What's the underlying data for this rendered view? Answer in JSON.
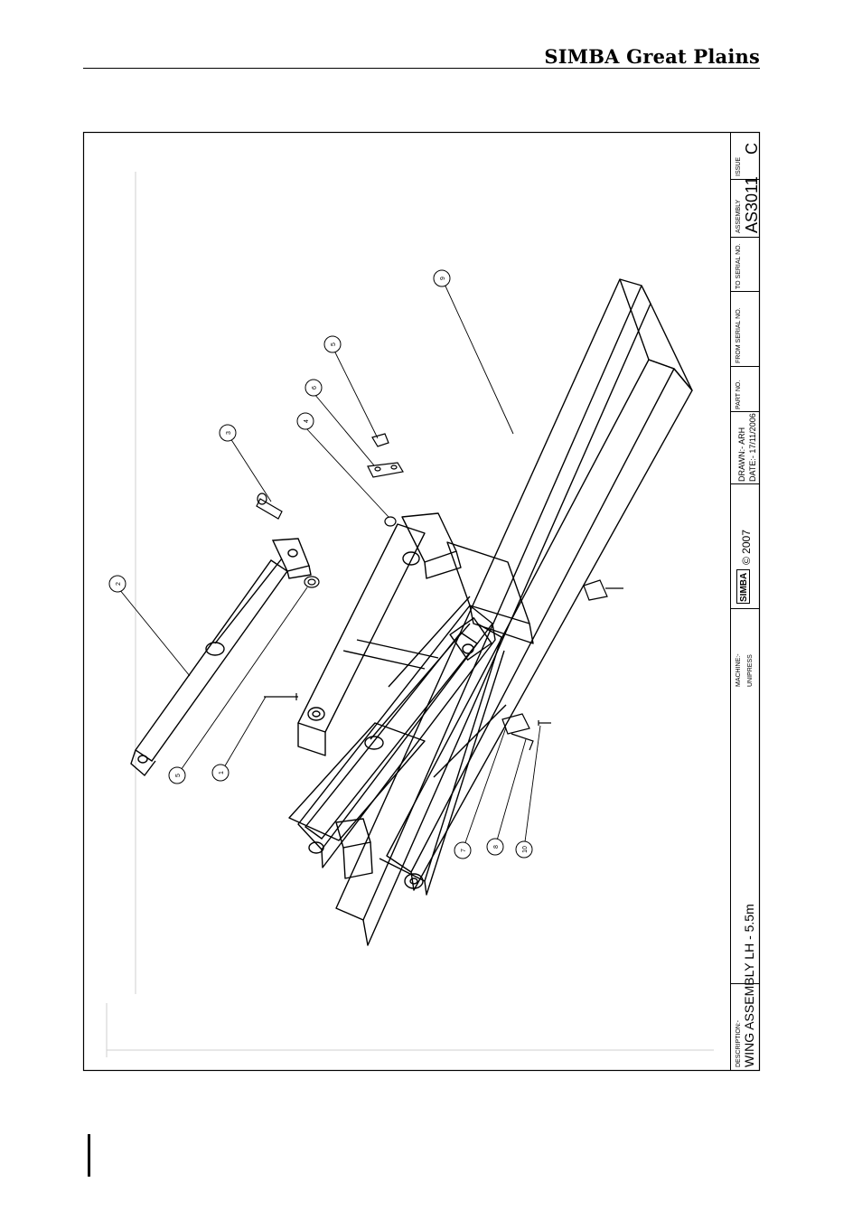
{
  "header": {
    "brand": "SIMBA Great Plains"
  },
  "title_block": {
    "description_label": "DESCRIPTION:-",
    "description": "WING ASSEMBLY LH - 5.5m",
    "machine_label": "MACHINE:-",
    "machine": "UNIPRESS",
    "logo_text": "SIMBA",
    "copyright": "© 2007",
    "drawn": "DRAWN:- ARH",
    "date": "DATE:- 17/11/2006",
    "part_no_label": "PART NO.",
    "from_serial_label": "FROM SERIAL NO.",
    "to_serial_label": "TO SERIAL NO.",
    "assembly_label": "ASSEMBLY",
    "assembly": "AS3011",
    "issue_label": "ISSUE",
    "issue": "C"
  },
  "balloons": [
    "1",
    "2",
    "3",
    "4",
    "5",
    "5",
    "6",
    "7",
    "8",
    "9",
    "10"
  ]
}
